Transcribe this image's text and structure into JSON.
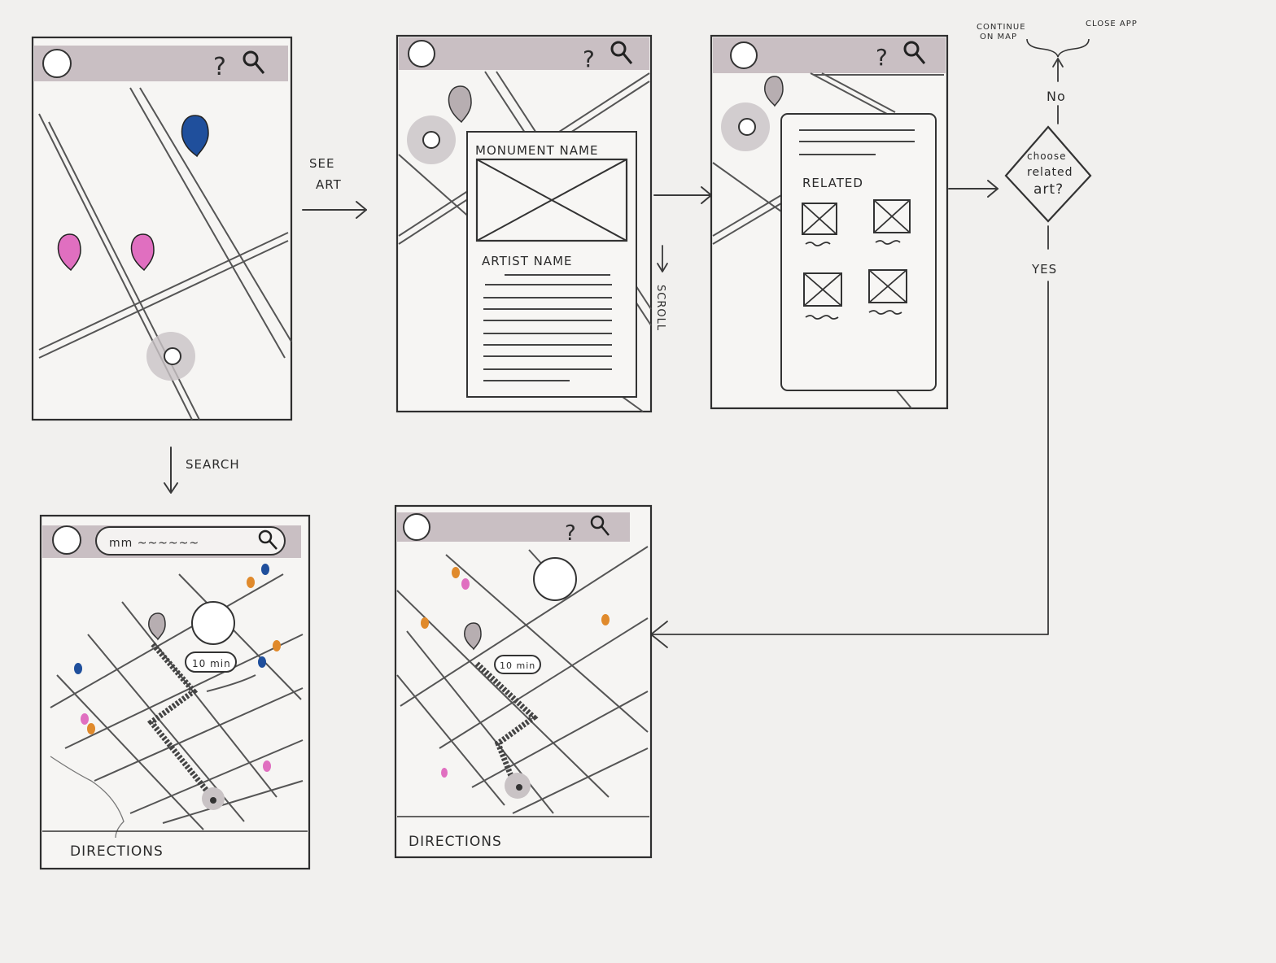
{
  "colors": {
    "paper": "#f1f0ee",
    "toolbar": "#c9bfc3",
    "pin_pink": "#e06fc0",
    "pin_blue": "#1f4f9c",
    "pin_orange": "#e08a2c",
    "pin_grey": "#b7aeb1"
  },
  "icons": {
    "help": "?",
    "search": "search-icon",
    "profile": "circle-avatar-icon",
    "location": "map-pin-icon"
  },
  "screen_a": {
    "toolbar": {
      "help": "?"
    }
  },
  "screen_b": {
    "toolbar": {
      "help": "?"
    },
    "card": {
      "monument_name": "MONUMENT NAME",
      "artist_name": "ARTIST NAME"
    },
    "scroll_label": "SCROLL"
  },
  "screen_c": {
    "toolbar": {
      "help": "?"
    },
    "card": {
      "related_label": "RELATED"
    }
  },
  "screen_d": {
    "search_placeholder": "mm ~~~~~~",
    "route_time": "10 min",
    "footer": "DIRECTIONS"
  },
  "screen_e": {
    "toolbar": {
      "help": "?"
    },
    "route_time": "10 min",
    "footer": "DIRECTIONS"
  },
  "flow": {
    "see_art": [
      "SEE",
      "ART"
    ],
    "search": "SEARCH",
    "decision": [
      "choose",
      "related",
      "art?"
    ],
    "no": "No",
    "yes": "YES",
    "continue": [
      "CONTINUE",
      "ON MAP"
    ],
    "close": "CLOSE APP"
  }
}
